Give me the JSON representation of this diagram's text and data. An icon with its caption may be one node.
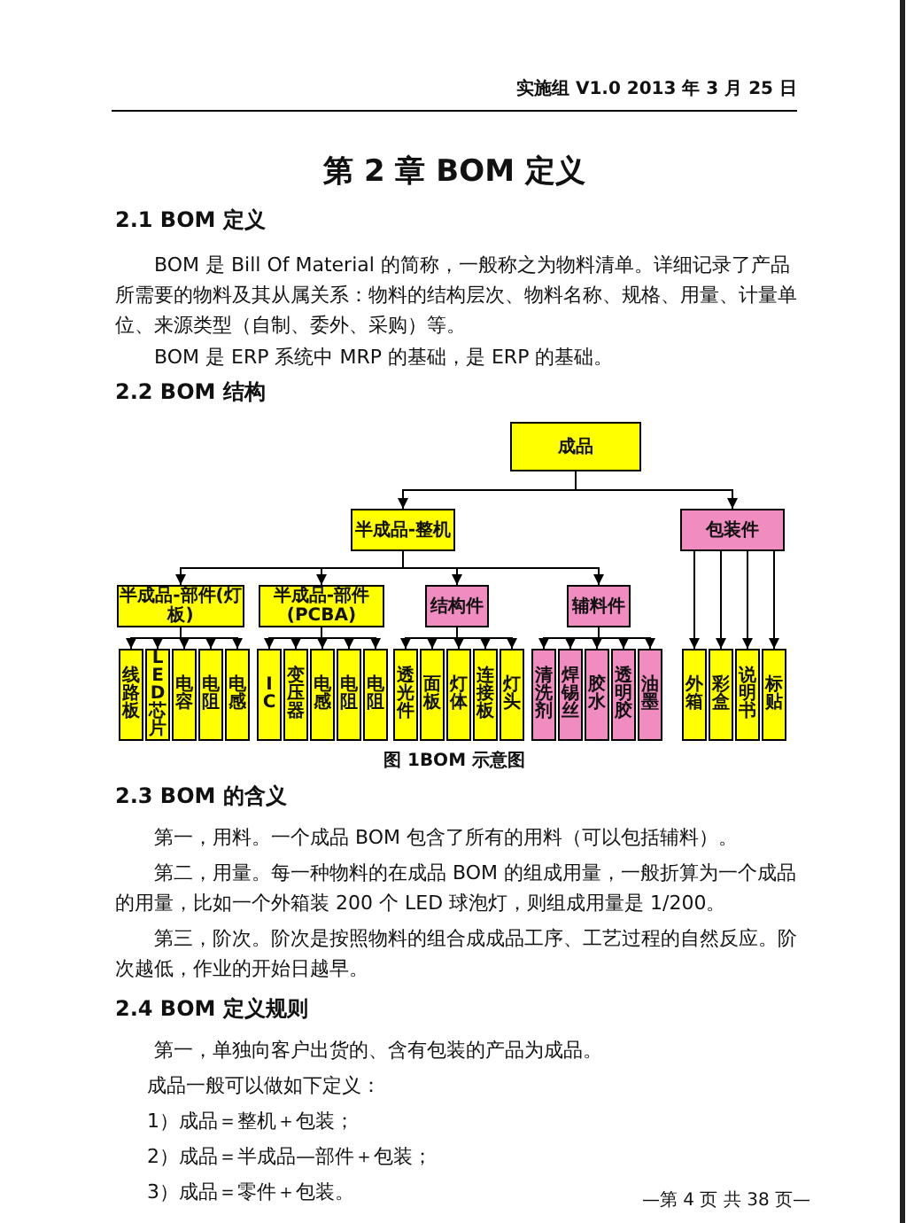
{
  "diagram": {
    "title": "第 2 章 BOM 定义",
    "caption": "图 1BOM 示意图",
    "nodes": [
      {
        "text": [
          "成品"
        ]
      },
      {
        "text": [
          "半成品-整机"
        ]
      },
      {
        "text": [
          "包装件"
        ]
      },
      {
        "text": [
          "半成品-部件(灯板)"
        ]
      },
      {
        "text": [
          "半成品-部件(PCBA)"
        ]
      },
      {
        "text": [
          "结构件"
        ]
      },
      {
        "text": [
          "辅料件"
        ]
      },
      {
        "text": [
          "线路板"
        ]
      },
      {
        "text": [
          "LED芯片"
        ]
      },
      {
        "text": [
          "电容"
        ]
      },
      {
        "text": [
          "电阻"
        ]
      },
      {
        "text": [
          "电感"
        ]
      },
      {
        "text": [
          "IC"
        ]
      },
      {
        "text": [
          "变压器"
        ]
      },
      {
        "text": [
          "电感"
        ]
      },
      {
        "text": [
          "电阻"
        ]
      },
      {
        "text": [
          "电阻"
        ]
      },
      {
        "text": [
          "透光件"
        ]
      },
      {
        "text": [
          "面板"
        ]
      },
      {
        "text": [
          "灯体"
        ]
      },
      {
        "text": [
          "连接板"
        ]
      },
      {
        "text": [
          "灯头"
        ]
      },
      {
        "text": [
          "清洗剂"
        ]
      },
      {
        "text": [
          "焊锡丝"
        ]
      },
      {
        "text": [
          "胶水"
        ]
      },
      {
        "text": [
          "透明胶"
        ]
      },
      {
        "text": [
          "油墨"
        ]
      },
      {
        "text": [
          "外箱"
        ]
      },
      {
        "text": [
          "彩盒"
        ]
      },
      {
        "text": [
          "说明书"
        ]
      },
      {
        "text": [
          "标贴"
        ]
      }
    ],
    "edges": [
      {
        "from": 0,
        "to": 1,
        "arrow": "to"
      },
      {
        "from": 0,
        "to": 2,
        "arrow": "to"
      },
      {
        "from": 1,
        "to": 3,
        "arrow": "to"
      },
      {
        "from": 1,
        "to": 4,
        "arrow": "to"
      },
      {
        "from": 1,
        "to": 5,
        "arrow": "to"
      },
      {
        "from": 1,
        "to": 6,
        "arrow": "to"
      },
      {
        "from": 3,
        "to": 7,
        "arrow": "to"
      },
      {
        "from": 3,
        "to": 8,
        "arrow": "to"
      },
      {
        "from": 3,
        "to": 9,
        "arrow": "to"
      },
      {
        "from": 3,
        "to": 10,
        "arrow": "to"
      },
      {
        "from": 3,
        "to": 11,
        "arrow": "to"
      },
      {
        "from": 4,
        "to": 12,
        "arrow": "to"
      },
      {
        "from": 4,
        "to": 13,
        "arrow": "to"
      },
      {
        "from": 4,
        "to": 14,
        "arrow": "to"
      },
      {
        "from": 4,
        "to": 15,
        "arrow": "to"
      },
      {
        "from": 4,
        "to": 16,
        "arrow": "to"
      },
      {
        "from": 5,
        "to": 17,
        "arrow": "to"
      },
      {
        "from": 5,
        "to": 18,
        "arrow": "to"
      },
      {
        "from": 5,
        "to": 19,
        "arrow": "to"
      },
      {
        "from": 5,
        "to": 20,
        "arrow": "to"
      },
      {
        "from": 5,
        "to": 21,
        "arrow": "to"
      },
      {
        "from": 6,
        "to": 22,
        "arrow": "to"
      },
      {
        "from": 6,
        "to": 23,
        "arrow": "to"
      },
      {
        "from": 6,
        "to": 24,
        "arrow": "to"
      },
      {
        "from": 6,
        "to": 25,
        "arrow": "to"
      },
      {
        "from": 6,
        "to": 26,
        "arrow": "to"
      },
      {
        "from": 2,
        "to": 27,
        "arrow": "to"
      },
      {
        "from": 2,
        "to": 28,
        "arrow": "to"
      },
      {
        "from": 2,
        "to": 29,
        "arrow": "to"
      },
      {
        "from": 2,
        "to": 30,
        "arrow": "to"
      }
    ],
    "labels": [
      "实施组 V1.0 2013 年 3 月 25 日",
      "2.1 BOM 定义",
      "BOM 是 Bill Of Material 的简称，一般称之为物料清单。详细记录了产品所需要的物料及其从属关系：物料的结构层次、物料名称、规格、用量、计量单位、来源类型（自制、委外、采购）等。",
      "BOM 是 ERP 系统中 MRP 的基础，是 ERP 的基础。",
      "2.2 BOM 结构",
      "2.3 BOM 的含义",
      "第一，用料。一个成品 BOM 包含了所有的用料（可以包括辅料）。",
      "第二，用量。每一种物料的在成品 BOM 的组成用量，一般折算为一个成品的用量，比如一个外箱装 200 个 LED 球泡灯，则组成用量是 1/200。",
      "第三，阶次。阶次是按照物料的组合成成品工序、工艺过程的自然反应。阶次越低，作业的开始日越早。",
      "2.4 BOM 定义规则",
      "第一，单独向客户出货的、含有包装的产品为成品。",
      "成品一般可以做如下定义：",
      "1）成品＝整机＋包装；",
      "2）成品＝半成品—部件＋包装；",
      "3）成品＝零件＋包装。",
      "—第 4 页 共 38 页—"
    ]
  }
}
